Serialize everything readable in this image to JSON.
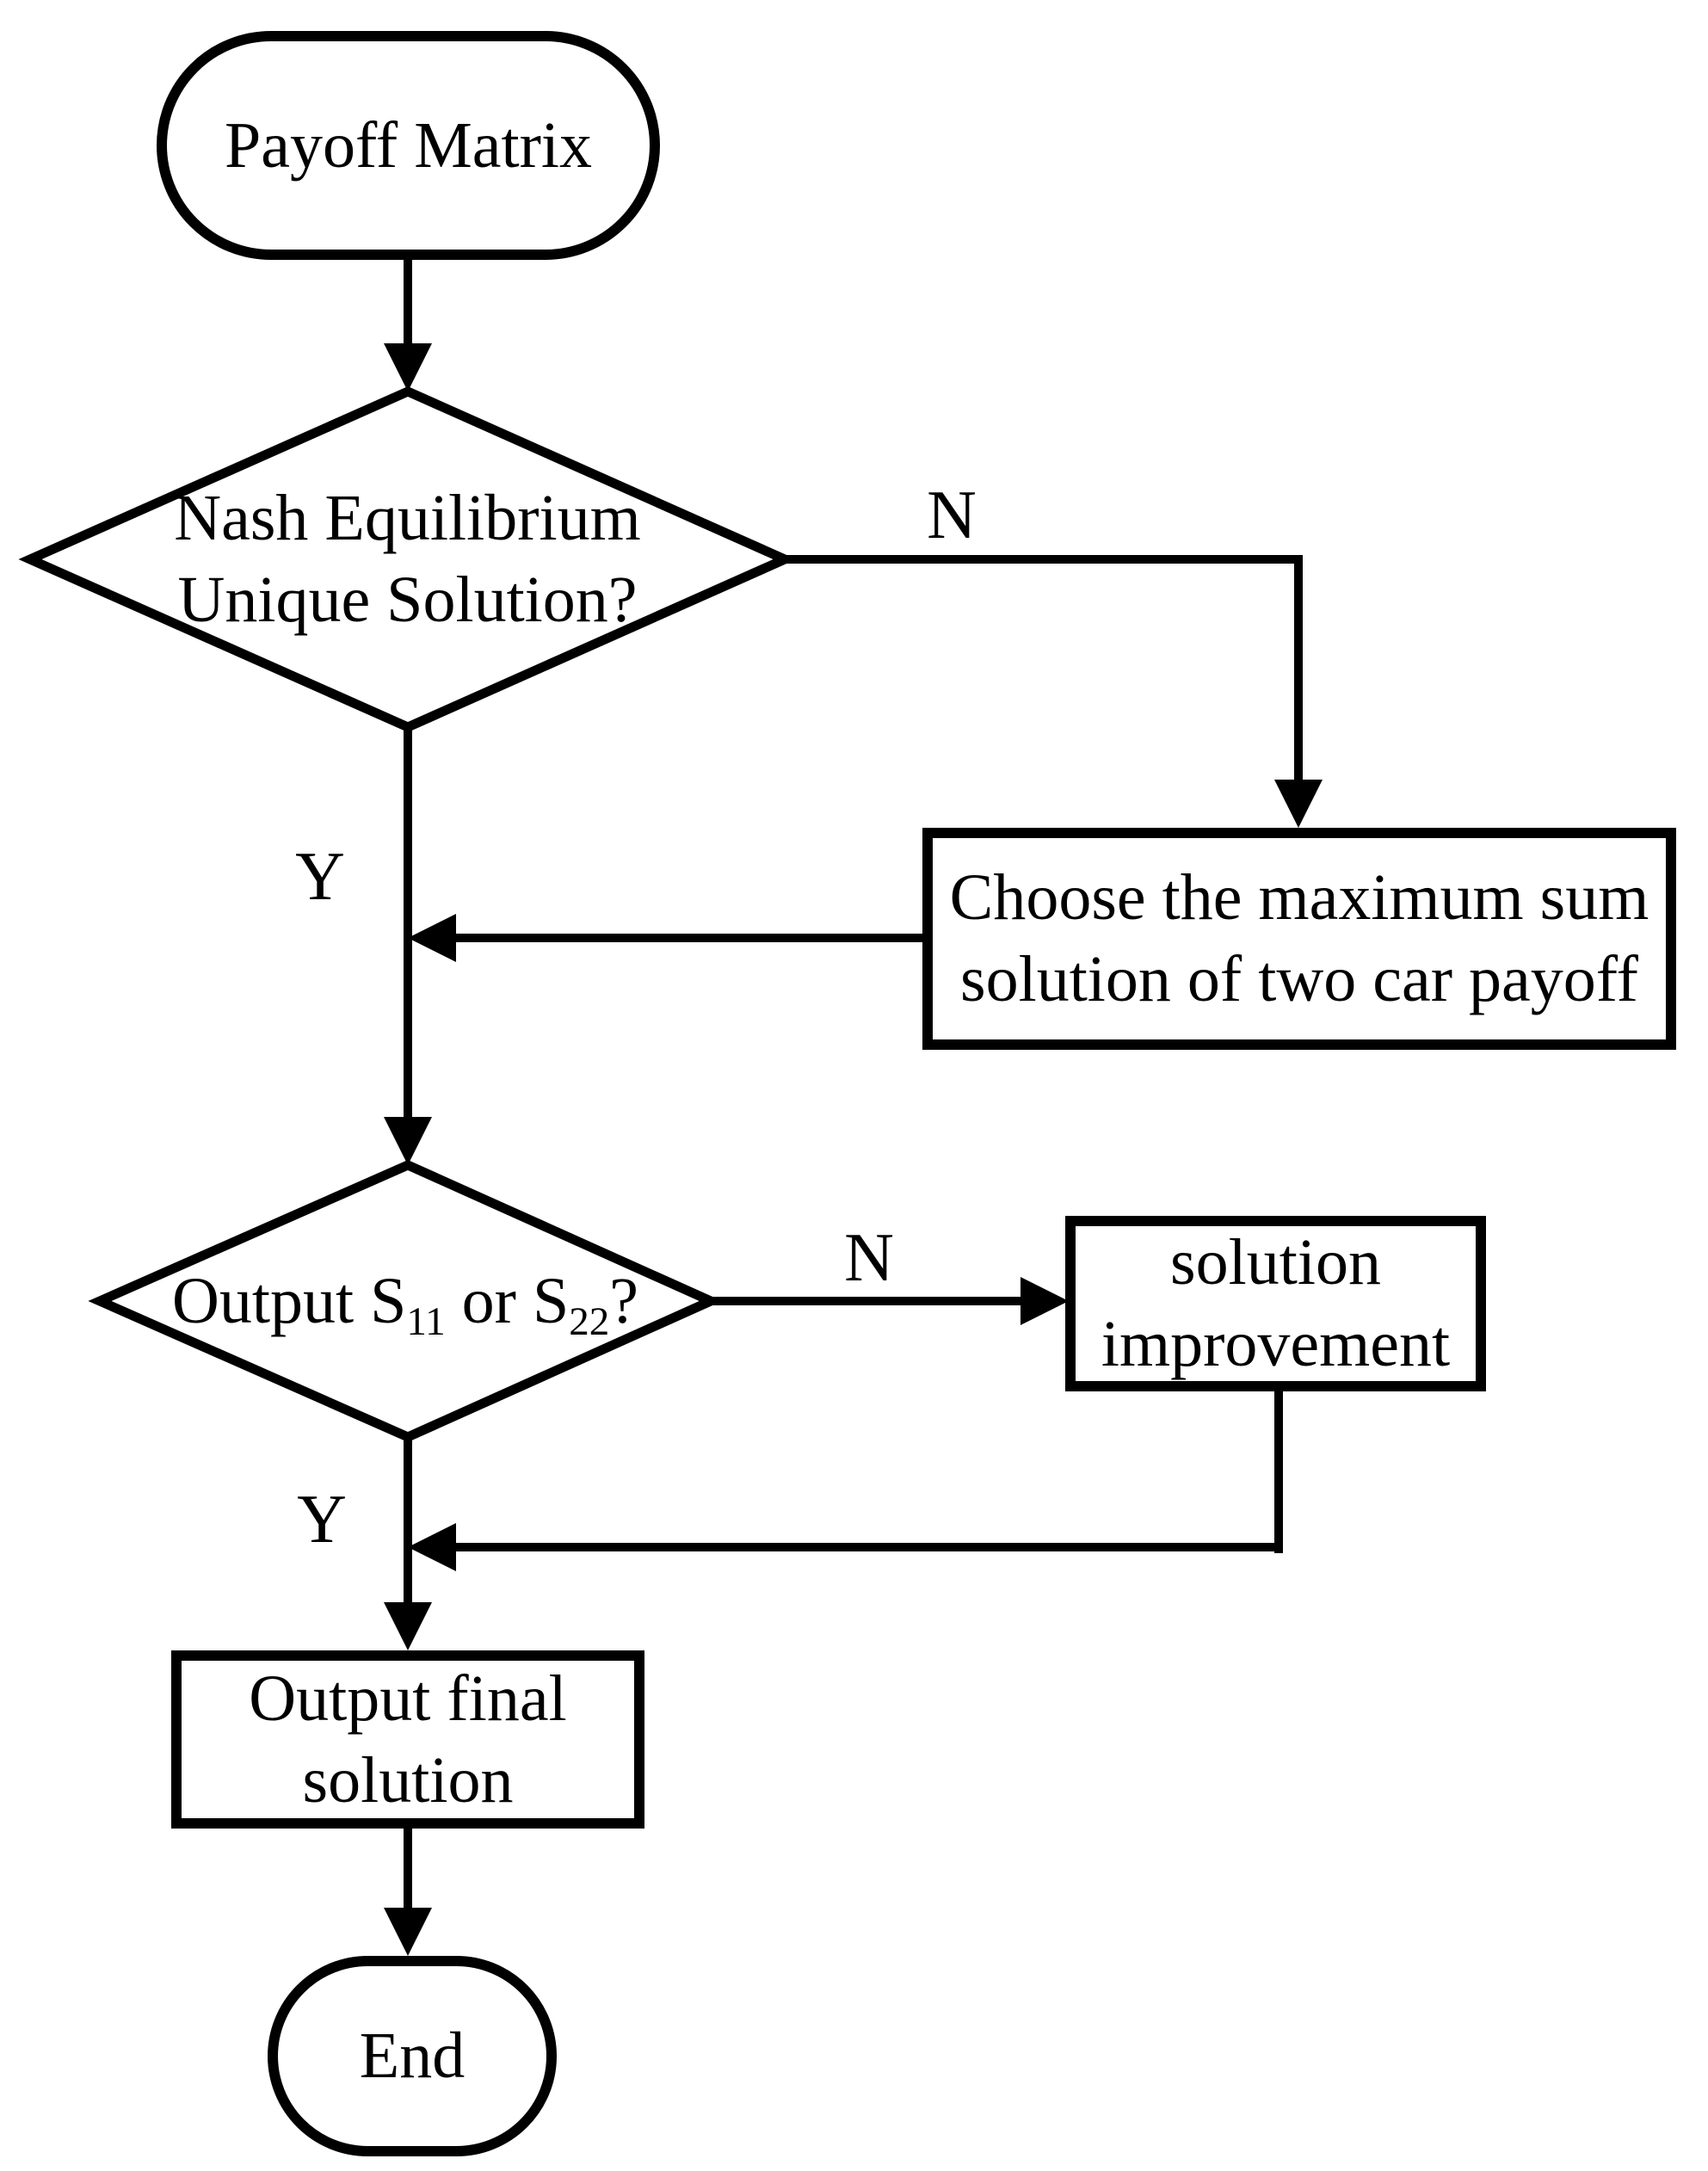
{
  "canvas": {
    "background_color": "#ffffff",
    "line_color": "#000000"
  },
  "nodes": {
    "start": {
      "type": "terminator",
      "label": "Payoff Matrix"
    },
    "decision_nash": {
      "type": "decision",
      "line1": "Nash Equilibrium",
      "line2": "Unique Solution?"
    },
    "process_max_sum": {
      "type": "process",
      "line1": "Choose the maximum sum",
      "line2": "solution of two car payoff"
    },
    "decision_output": {
      "type": "decision",
      "prefix": "Output S",
      "sub1": "11",
      "middle": " or S",
      "sub2": "22",
      "suffix": "?"
    },
    "process_improvement": {
      "type": "process",
      "line1": "solution",
      "line2": "improvement"
    },
    "process_final": {
      "type": "process",
      "line1": "Output final",
      "line2": "solution"
    },
    "end": {
      "type": "terminator",
      "label": "End"
    }
  },
  "edge_labels": {
    "decision_nash_no": "N",
    "decision_nash_yes": "Y",
    "decision_output_no": "N",
    "decision_output_yes": "Y"
  }
}
